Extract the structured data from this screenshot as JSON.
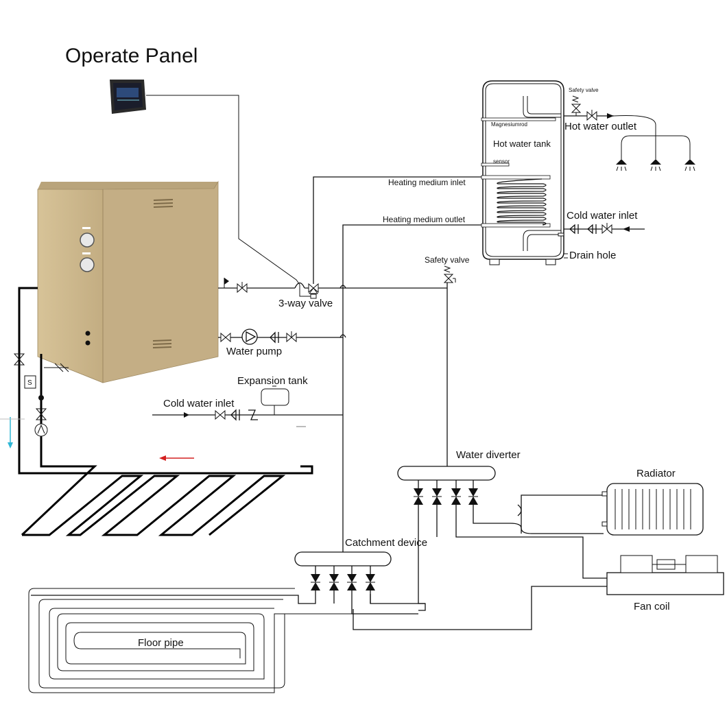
{
  "labels": {
    "operate_panel": "Operate Panel",
    "hot_water_tank": "Hot water tank",
    "safety_valve_tank": "Safety valve",
    "magnesium_rod": "Magnesiumrod",
    "sensor": "sensor",
    "hot_water_outlet": "Hot water outlet",
    "heating_medium_inlet": "Heating medium  inlet",
    "heating_medium_outlet": "Heating medium  outlet",
    "cold_water_inlet_tank": "Cold water inlet",
    "drain_hole": "Drain hole",
    "safety_valve": "Safety valve",
    "three_way_valve": "3-way valve",
    "water_pump": "Water pump",
    "expansion_tank": "Expansion tank",
    "cold_water_inlet": "Cold water inlet",
    "water_diverter": "Water diverter",
    "radiator": "Radiator",
    "catchment_device": "Catchment device",
    "fan_coil": "Fan coil",
    "floor_pipe": "Floor pipe"
  },
  "colors": {
    "unit_body": "#c9b48a",
    "unit_shade": "#a8926a",
    "arrow_red": "#d42020",
    "arrow_cyan": "#2fb7d6",
    "panel_screen": "#1a1d2b"
  }
}
